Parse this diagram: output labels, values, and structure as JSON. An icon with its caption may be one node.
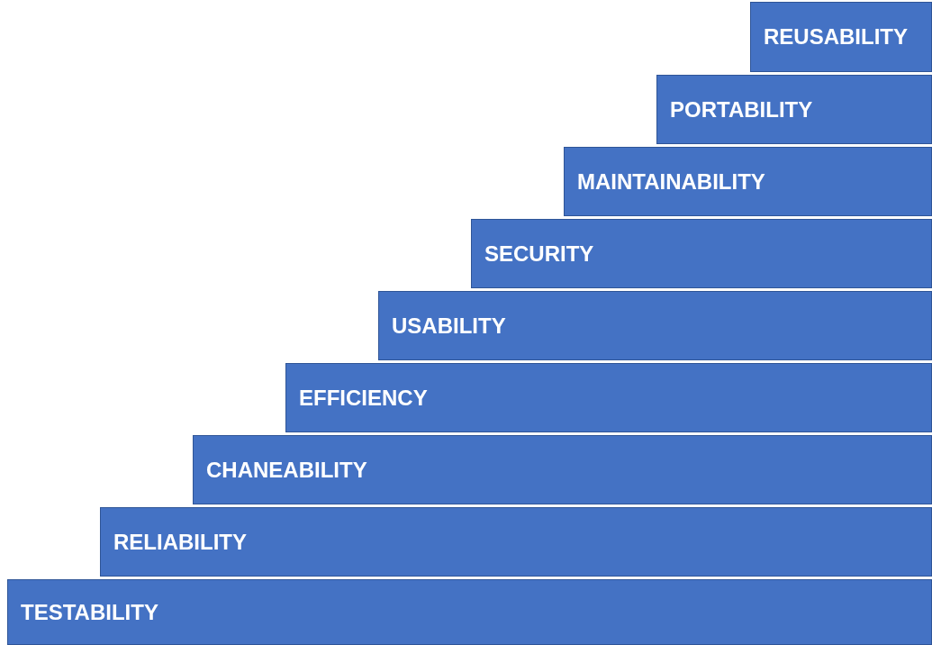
{
  "diagram": {
    "nodes": [
      {
        "text": [
          "REUSABILITY"
        ]
      },
      {
        "text": [
          "PORTABILITY"
        ]
      },
      {
        "text": [
          "MAINTAINABILITY"
        ]
      },
      {
        "text": [
          "SECURITY"
        ]
      },
      {
        "text": [
          "USABILITY"
        ]
      },
      {
        "text": [
          "EFFICIENCY"
        ]
      },
      {
        "text": [
          "CHANEABILITY"
        ]
      },
      {
        "text": [
          "RELIABILITY"
        ]
      },
      {
        "text": [
          "TESTABILITY"
        ]
      }
    ]
  }
}
